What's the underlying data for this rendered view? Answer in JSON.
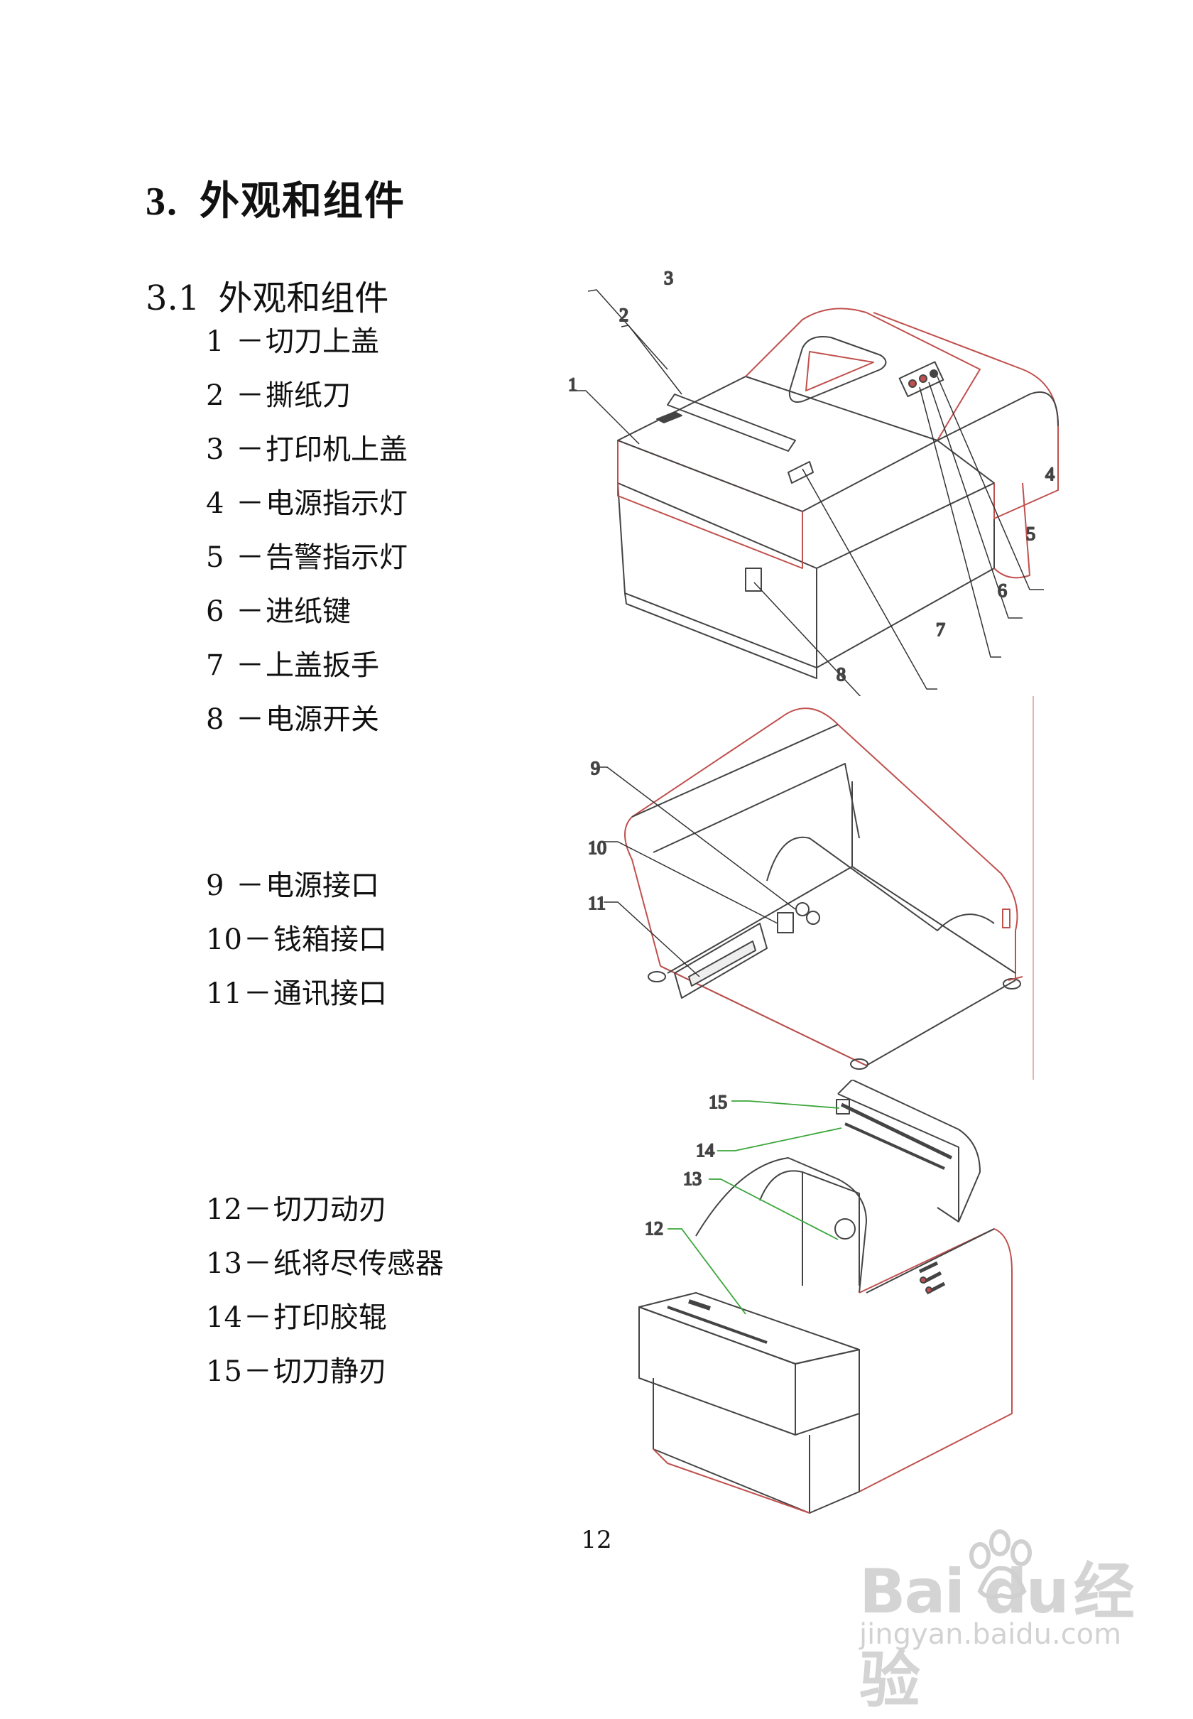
{
  "heading": {
    "number": "3.",
    "title": "外观和组件"
  },
  "section": {
    "number": "3.1",
    "title": "外观和组件"
  },
  "components_group_a": [
    {
      "n": "1",
      "dash": "－",
      "label": "切刀上盖"
    },
    {
      "n": "2",
      "dash": "－",
      "label": "撕纸刀"
    },
    {
      "n": "3",
      "dash": "－",
      "label": "打印机上盖"
    },
    {
      "n": "4",
      "dash": "－",
      "label": "电源指示灯"
    },
    {
      "n": "5",
      "dash": "－",
      "label": "告警指示灯"
    },
    {
      "n": "6",
      "dash": "－",
      "label": "进纸键"
    },
    {
      "n": "7",
      "dash": "－",
      "label": "上盖扳手"
    },
    {
      "n": "8",
      "dash": "－",
      "label": "电源开关"
    }
  ],
  "components_group_b": [
    {
      "n": "9",
      "dash": "－",
      "label": "电源接口"
    },
    {
      "n": "10",
      "dash": "－",
      "label": "钱箱接口"
    },
    {
      "n": "11",
      "dash": "－",
      "label": "通讯接口"
    }
  ],
  "components_group_c": [
    {
      "n": "12",
      "dash": "－",
      "label": "切刀动刃"
    },
    {
      "n": "13",
      "dash": "－",
      "label": "纸将尽传感器"
    },
    {
      "n": "14",
      "dash": "－",
      "label": "打印胶辊"
    },
    {
      "n": "15",
      "dash": "－",
      "label": "切刀静刃"
    }
  ],
  "figures": {
    "front_view": {
      "callouts": [
        "1",
        "2",
        "3",
        "4",
        "5",
        "6",
        "7",
        "8"
      ]
    },
    "bottom_view": {
      "callouts": [
        "9",
        "10",
        "11"
      ]
    },
    "open_view": {
      "callouts": [
        "12",
        "13",
        "14",
        "15"
      ]
    }
  },
  "page_number": "12",
  "watermark": {
    "brand": "Bai du",
    "brand_cn": "经验",
    "url": "jingyan.baidu.com"
  },
  "colors": {
    "outline": "#444444",
    "edge_highlight": "#c0504d",
    "leader_green": "#3aa63a",
    "watermark": "#d6d6d6"
  }
}
